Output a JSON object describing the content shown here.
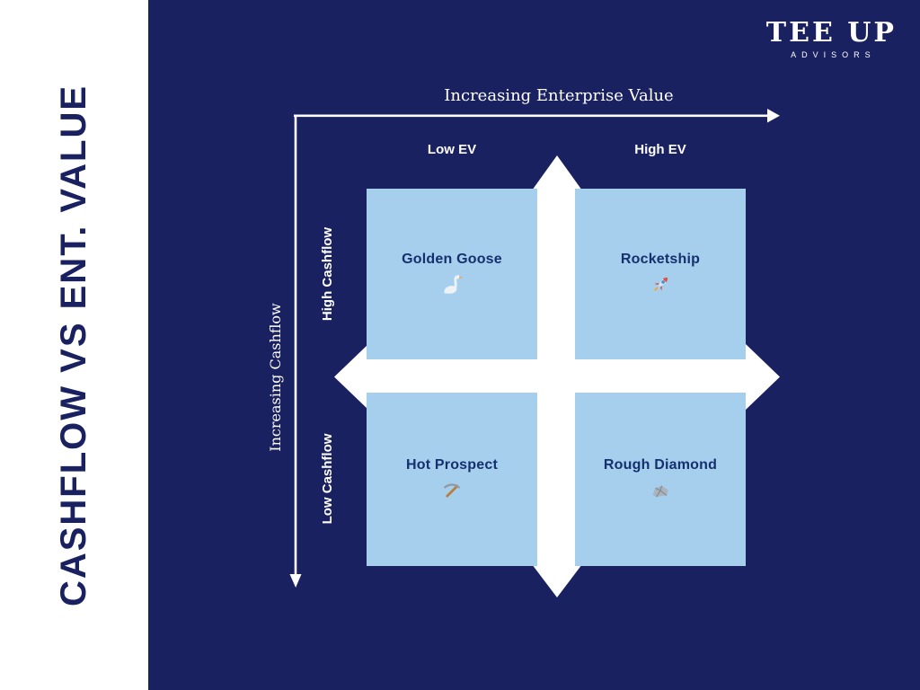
{
  "slide": {
    "vertical_title": "CASHFLOW VS ENT. VALUE"
  },
  "logo": {
    "name": "TEE UP",
    "subtitle": "ADVISORS"
  },
  "axes": {
    "x_title": "Increasing Enterprise Value",
    "y_title": "Increasing Cashflow",
    "x_labels": {
      "low": "Low EV",
      "high": "High EV"
    },
    "y_labels": {
      "high": "High Cashflow",
      "low": "Low Cashflow"
    }
  },
  "quadrants": {
    "top_left": {
      "label": "Golden Goose",
      "icon": "goose-icon"
    },
    "top_right": {
      "label": "Rocketship",
      "icon": "rocket-icon"
    },
    "bottom_left": {
      "label": "Hot Prospect",
      "icon": "pickaxe-icon"
    },
    "bottom_right": {
      "label": "Rough Diamond",
      "icon": "rock-icon"
    }
  },
  "colors": {
    "background_navy": "#1a2160",
    "quadrant_blue": "#a6cfee",
    "arrow_white": "#ffffff",
    "quadrant_label_navy": "#15306e"
  }
}
